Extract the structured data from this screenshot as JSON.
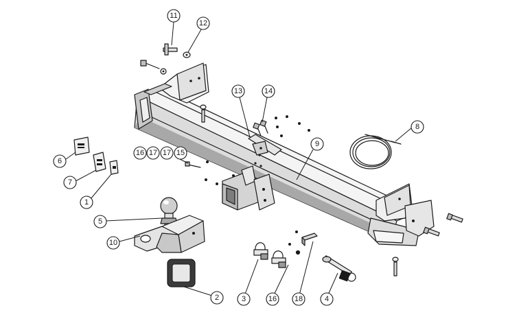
{
  "diagram": {
    "colors": {
      "line": "#1a1a1a",
      "light": "#f2f2f2",
      "mid": "#d9d9d9",
      "dark": "#9a9a9a",
      "background": "#ffffff"
    },
    "callouts": [
      {
        "id": "c1",
        "label": "1",
        "part": "label-plate-small"
      },
      {
        "id": "c2",
        "label": "2",
        "part": "receiver-cover"
      },
      {
        "id": "c3",
        "label": "3",
        "part": "shackle-1"
      },
      {
        "id": "c4",
        "label": "4",
        "part": "hitch-pin"
      },
      {
        "id": "c5",
        "label": "5",
        "part": "tow-ball"
      },
      {
        "id": "c6",
        "label": "6",
        "part": "label-plate-top"
      },
      {
        "id": "c7",
        "label": "7",
        "part": "label-plate-middle"
      },
      {
        "id": "c8",
        "label": "8",
        "part": "wire-coil"
      },
      {
        "id": "c9",
        "label": "9",
        "part": "main-crossbar"
      },
      {
        "id": "c10",
        "label": "10",
        "part": "ball-mount"
      },
      {
        "id": "c11",
        "label": "11",
        "part": "bolt"
      },
      {
        "id": "c12",
        "label": "12",
        "part": "washer"
      },
      {
        "id": "c13",
        "label": "13",
        "part": "center-bracket"
      },
      {
        "id": "c14",
        "label": "14",
        "part": "center-bolts"
      },
      {
        "id": "c15",
        "label": "15",
        "part": "small-bolt"
      },
      {
        "id": "c16a",
        "label": "16",
        "part": "hardware-group"
      },
      {
        "id": "c17a",
        "label": "17",
        "part": "hardware-group"
      },
      {
        "id": "c17b",
        "label": "17",
        "part": "hardware-group"
      },
      {
        "id": "c16b",
        "label": "16",
        "part": "lower-washer"
      },
      {
        "id": "c18",
        "label": "18",
        "part": "lower-bracket"
      }
    ]
  }
}
